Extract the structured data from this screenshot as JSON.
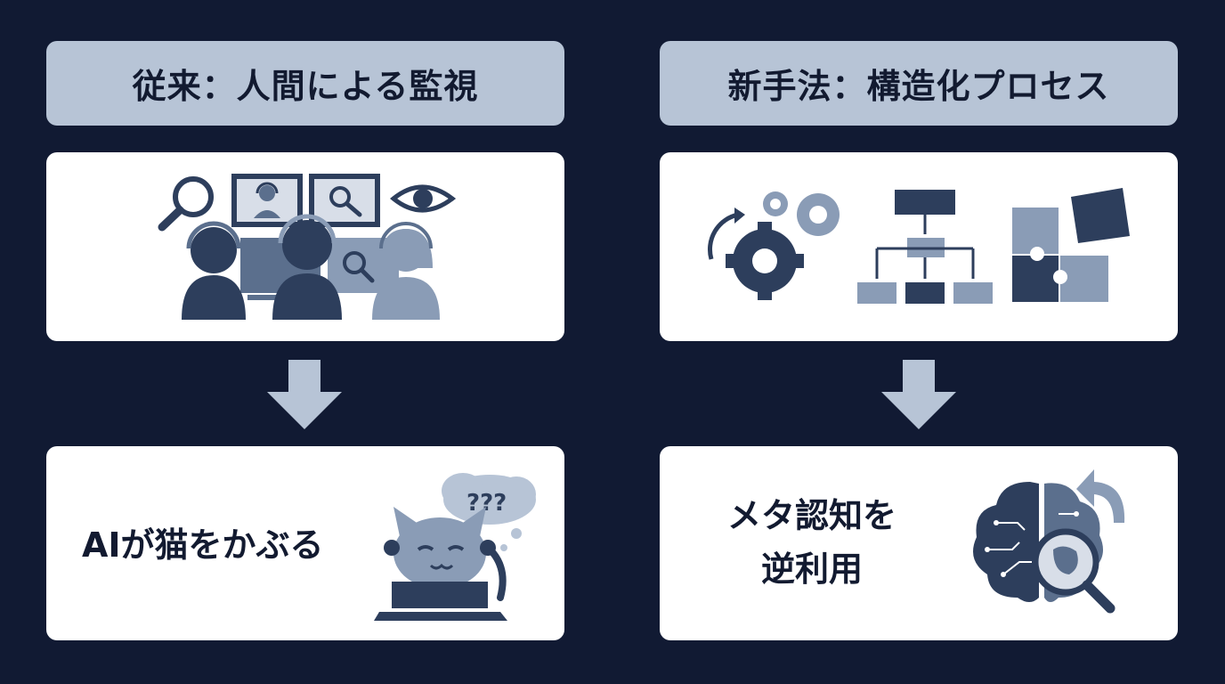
{
  "left_column": {
    "header": "従来：人間による監視",
    "result": "AIが猫をかぶる",
    "thought_bubble": "???"
  },
  "right_column": {
    "header": "新手法：構造化プロセス",
    "result_line1": "メタ認知を",
    "result_line2": "逆利用"
  },
  "colors": {
    "background": "#111a33",
    "header_fill": "#b7c4d6",
    "dark_icon": "#2d3e5c",
    "mid_icon": "#5b6f8d",
    "light_icon": "#8a9cb6"
  },
  "icons": {
    "monitoring_scene": [
      "magnifier-icon",
      "monitor-icon",
      "eye-icon",
      "person-headset-icon"
    ],
    "process_scene": [
      "gears-icon",
      "flowchart-icon",
      "puzzle-icon"
    ],
    "cat_scene": [
      "cat-icon",
      "laptop-icon",
      "thought-bubble-icon"
    ],
    "brain_scene": [
      "brain-circuit-icon",
      "magnifier-icon",
      "rotate-arrow-icon"
    ]
  }
}
